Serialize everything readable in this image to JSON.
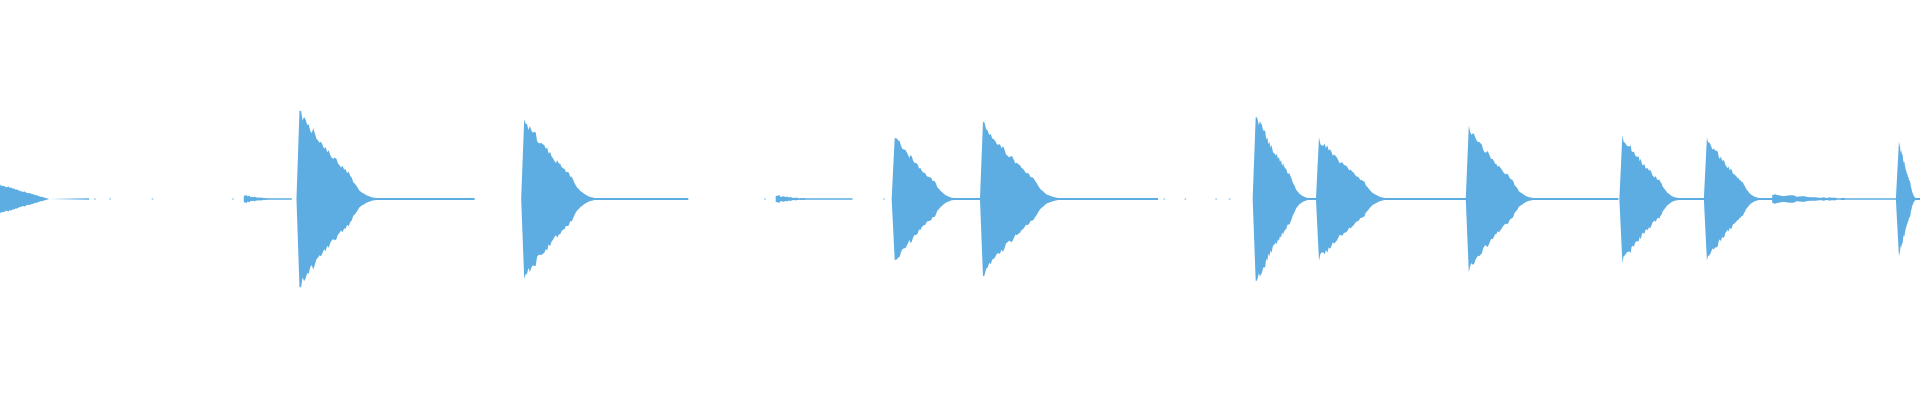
{
  "waveform": {
    "color": "#5dade2",
    "background": "#ffffff",
    "duration_fraction_axis": "time",
    "onsets": [
      {
        "t": 0.0,
        "amp": 0.16,
        "kind": "ramp-out",
        "tail": 0.008
      },
      {
        "t": 0.127,
        "amp": 0.07,
        "kind": "soft",
        "tail": 0.01
      },
      {
        "t": 0.156,
        "amp": 0.97,
        "kind": "strike",
        "tail": 0.048
      },
      {
        "t": 0.273,
        "amp": 0.89,
        "kind": "strike",
        "tail": 0.045
      },
      {
        "t": 0.404,
        "amp": 0.05,
        "kind": "soft",
        "tail": 0.016
      },
      {
        "t": 0.466,
        "amp": 0.69,
        "kind": "strike",
        "tail": 0.038
      },
      {
        "t": 0.512,
        "amp": 0.83,
        "kind": "strike",
        "tail": 0.048
      },
      {
        "t": 0.654,
        "amp": 0.93,
        "kind": "strike",
        "tail": 0.033
      },
      {
        "t": 0.687,
        "amp": 0.67,
        "kind": "strike",
        "tail": 0.043
      },
      {
        "t": 0.765,
        "amp": 0.78,
        "kind": "strike",
        "tail": 0.041
      },
      {
        "t": 0.845,
        "amp": 0.7,
        "kind": "strike",
        "tail": 0.036
      },
      {
        "t": 0.889,
        "amp": 0.67,
        "kind": "strike",
        "tail": 0.034
      },
      {
        "t": 0.923,
        "amp": 0.07,
        "kind": "soft",
        "tail": 0.034
      },
      {
        "t": 0.989,
        "amp": 0.64,
        "kind": "strike",
        "tail": 0.011
      }
    ],
    "noise_dots": [
      0.039,
      0.049,
      0.057,
      0.079,
      0.121,
      0.14,
      0.318,
      0.351,
      0.398,
      0.41,
      0.42,
      0.46,
      0.56,
      0.606,
      0.617,
      0.633,
      0.64,
      0.742,
      0.754,
      0.812,
      0.824
    ]
  }
}
